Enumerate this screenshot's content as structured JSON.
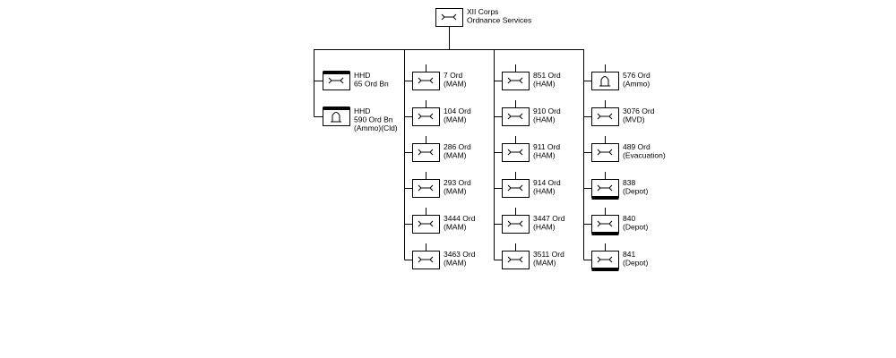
{
  "root": {
    "symbol": "ordnance",
    "lines": [
      "XII Corps",
      "Ordnance Services"
    ]
  },
  "columns": [
    {
      "id": "hq",
      "units": [
        {
          "symbol": "ordnance",
          "hq": true,
          "lines": [
            "HHD",
            "65 Ord Bn"
          ]
        },
        {
          "symbol": "ammo",
          "hq": true,
          "lines": [
            "HHD",
            "590 Ord Bn",
            "(Ammo)(Cld)"
          ]
        }
      ]
    },
    {
      "id": "mam",
      "units": [
        {
          "symbol": "ordnance",
          "lines": [
            "7 Ord",
            "(MAM)"
          ]
        },
        {
          "symbol": "ordnance",
          "lines": [
            "104 Ord",
            "(MAM)"
          ]
        },
        {
          "symbol": "ordnance",
          "lines": [
            "286 Ord",
            "(MAM)"
          ]
        },
        {
          "symbol": "ordnance",
          "lines": [
            "293 Ord",
            "(MAM)"
          ]
        },
        {
          "symbol": "ordnance",
          "lines": [
            "3444 Ord",
            "(MAM)"
          ]
        },
        {
          "symbol": "ordnance",
          "lines": [
            "3463 Ord",
            "(MAM)"
          ]
        }
      ]
    },
    {
      "id": "ham",
      "units": [
        {
          "symbol": "ordnance",
          "lines": [
            "851 Ord",
            "(HAM)"
          ]
        },
        {
          "symbol": "ordnance",
          "lines": [
            "910 Ord",
            "(HAM)"
          ]
        },
        {
          "symbol": "ordnance",
          "lines": [
            "911 Ord",
            "(HAM)"
          ]
        },
        {
          "symbol": "ordnance",
          "lines": [
            "914 Ord",
            "(HAM)"
          ]
        },
        {
          "symbol": "ordnance",
          "lines": [
            "3447 Ord",
            "(HAM)"
          ]
        },
        {
          "symbol": "ordnance",
          "lines": [
            "3511 Ord",
            "(MAM)"
          ]
        }
      ]
    },
    {
      "id": "other",
      "units": [
        {
          "symbol": "ammo",
          "lines": [
            "576 Ord",
            "(Ammo)"
          ]
        },
        {
          "symbol": "ordnance",
          "lines": [
            "3076 Ord",
            "(MVD)"
          ]
        },
        {
          "symbol": "ordnance",
          "lines": [
            "489 Ord",
            "(Evacuation)"
          ]
        },
        {
          "symbol": "ordnance",
          "depot": true,
          "lines": [
            "838",
            "(Depot)"
          ]
        },
        {
          "symbol": "ordnance",
          "depot": true,
          "lines": [
            "840",
            "(Depot)"
          ]
        },
        {
          "symbol": "ordnance",
          "depot": true,
          "lines": [
            "841",
            "(Depot)"
          ]
        }
      ]
    }
  ]
}
